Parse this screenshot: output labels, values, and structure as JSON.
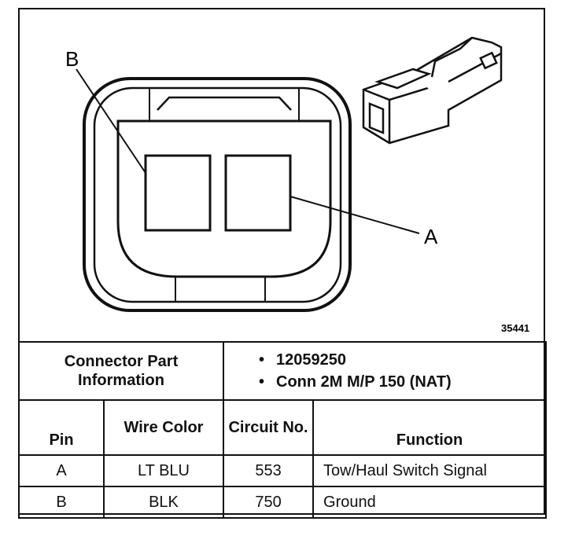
{
  "figure": {
    "callout_b": "B",
    "callout_a": "A",
    "figure_number": "35441"
  },
  "info": {
    "label": "Connector Part Information",
    "items": [
      "12059250",
      "Conn 2M M/P 150 (NAT)"
    ],
    "bullet": "•"
  },
  "headers": {
    "pin": "Pin",
    "wire_color": "Wire Color",
    "circuit": "Circuit No.",
    "function": "Function"
  },
  "rows": [
    {
      "pin": "A",
      "wire_color": "LT BLU",
      "circuit": "553",
      "function": "Tow/Haul Switch Signal"
    },
    {
      "pin": "B",
      "wire_color": "BLK",
      "circuit": "750",
      "function": "Ground"
    }
  ]
}
